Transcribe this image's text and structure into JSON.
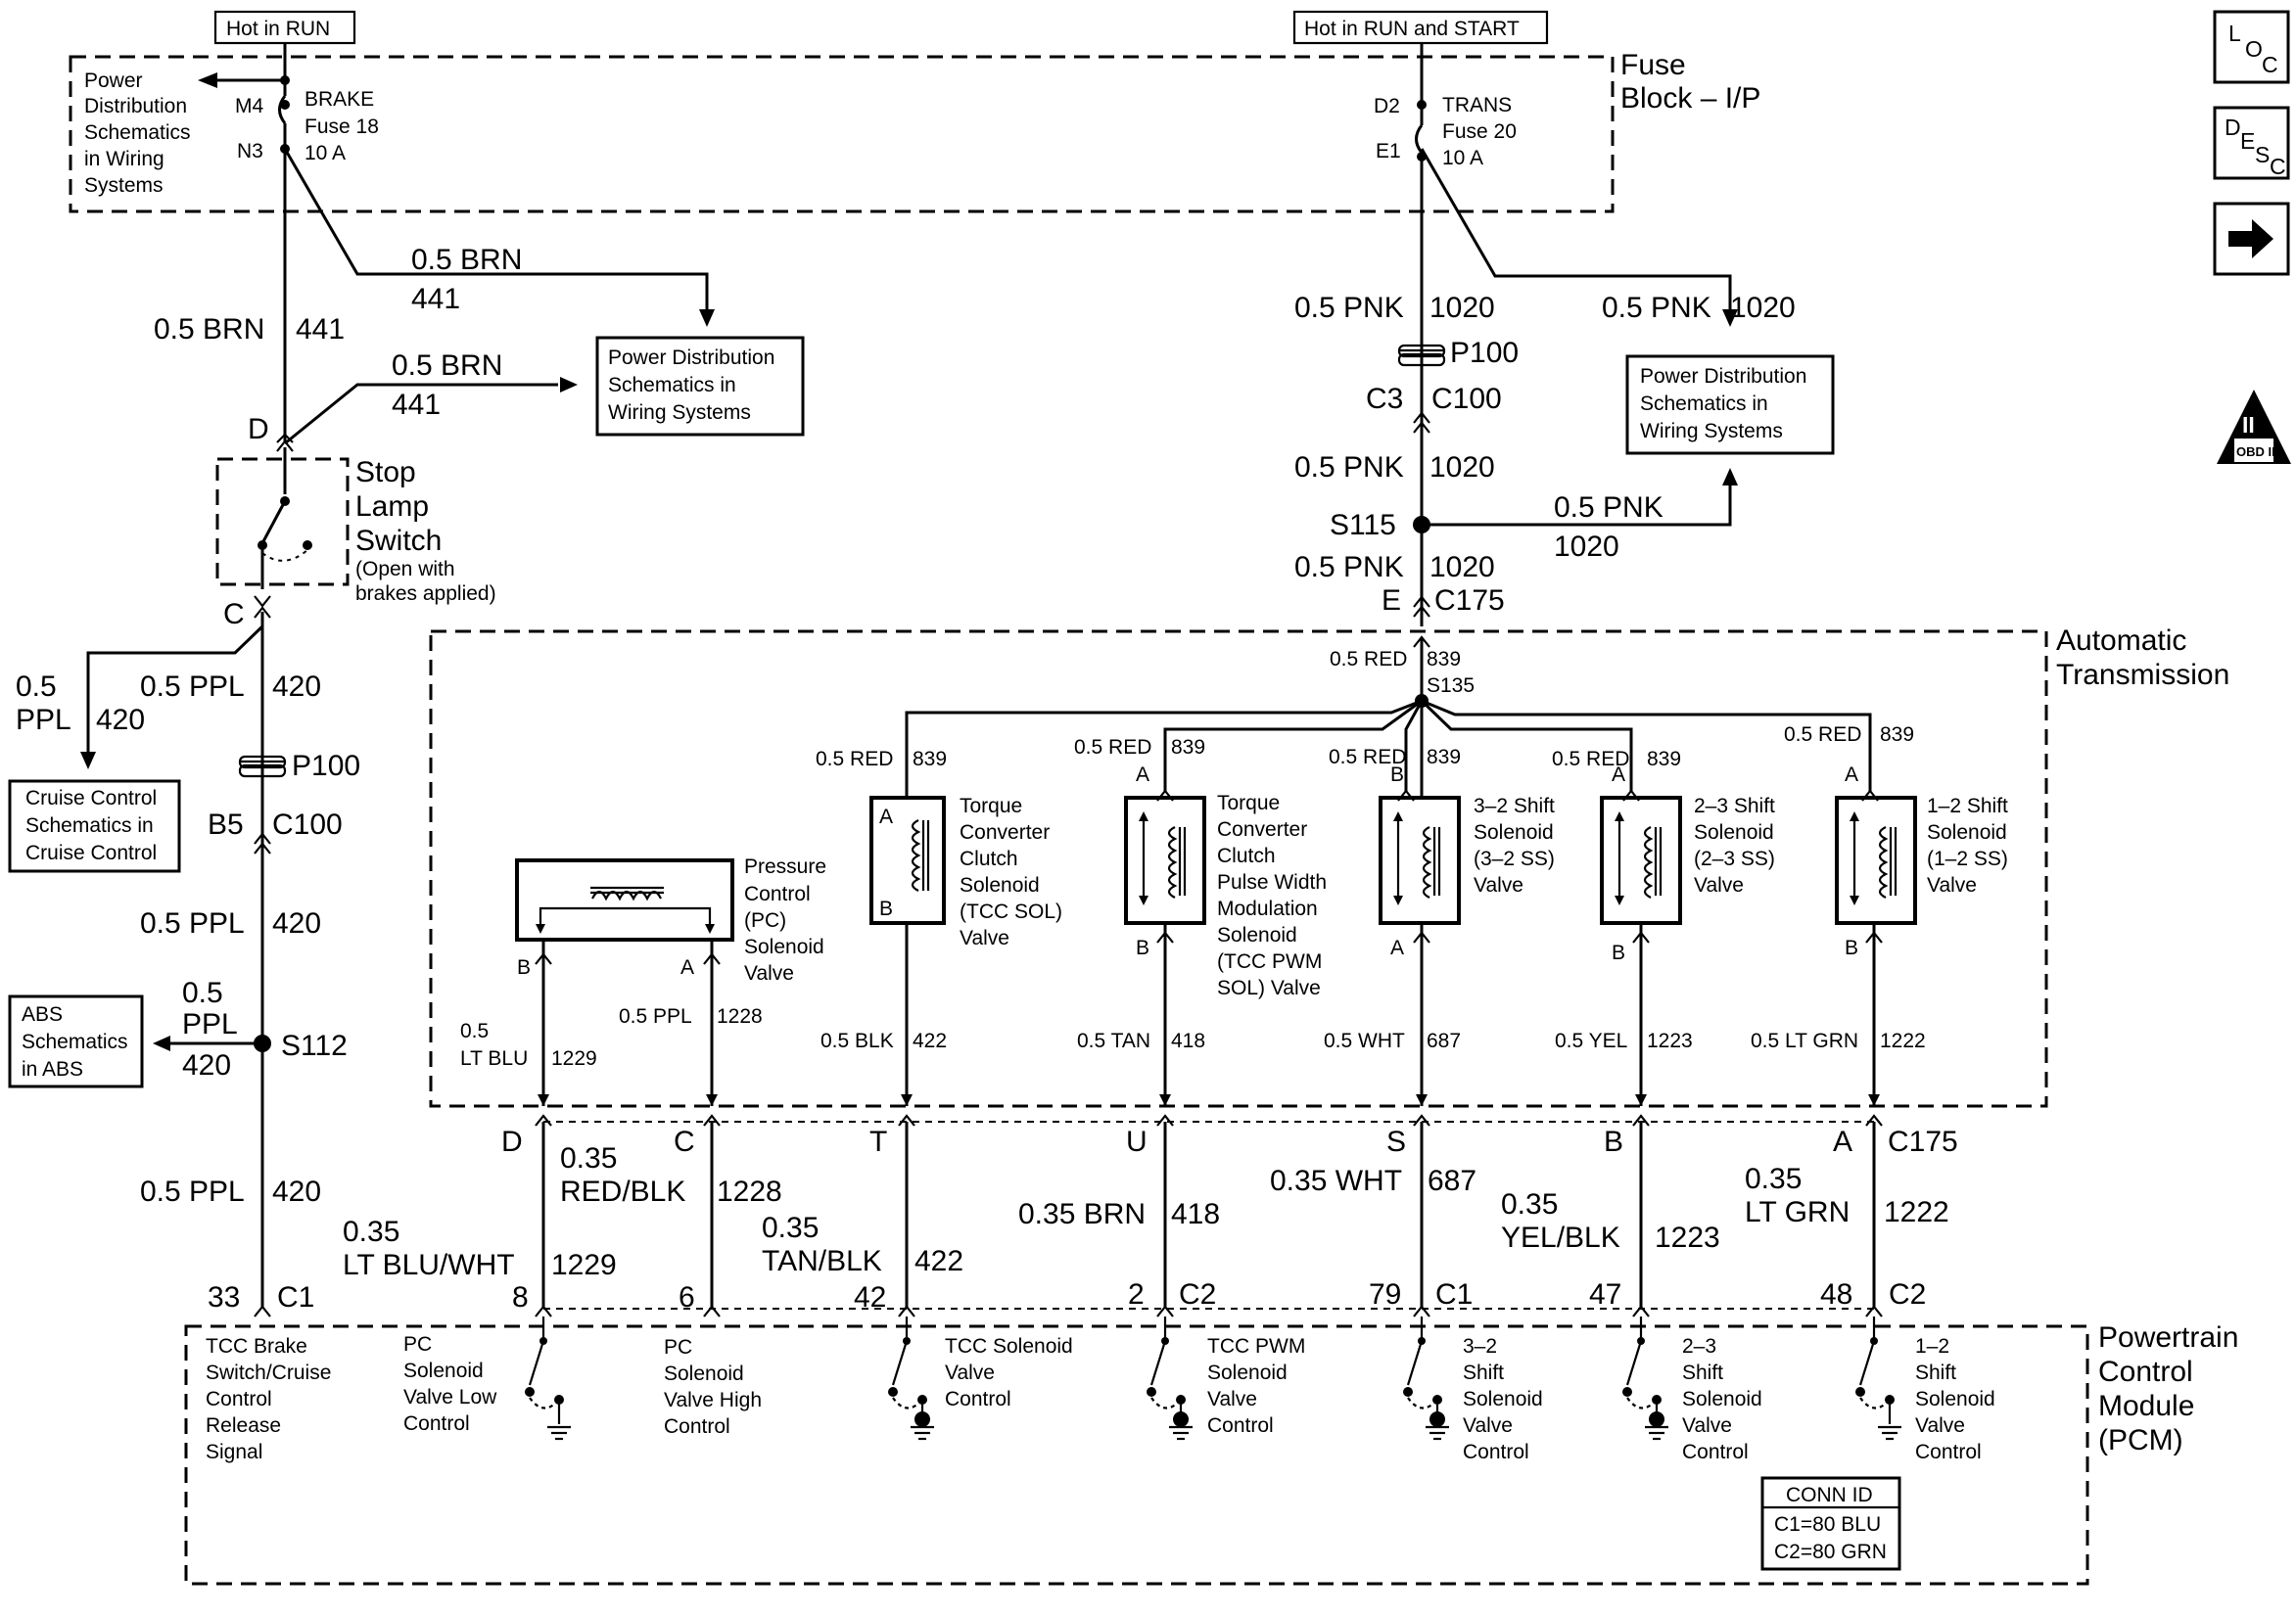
{
  "header": {
    "hot_run": "Hot in RUN",
    "hot_run_start": "Hot in RUN and START"
  },
  "fuse_block": {
    "title_1": "Fuse",
    "title_2": "Block – I/P"
  },
  "brake_fuse": {
    "name": "BRAKE",
    "fuse": "Fuse 18",
    "rating": "10 A",
    "pin_top": "M4",
    "pin_bot": "N3"
  },
  "trans_fuse": {
    "name": "TRANS",
    "fuse": "Fuse 20",
    "rating": "10 A",
    "pin_top": "D2",
    "pin_bot": "E1"
  },
  "power_dist_left": [
    "Power",
    "Distribution",
    "Schematics",
    "in Wiring",
    "Systems"
  ],
  "power_dist_box": [
    "Power Distribution",
    "Schematics in",
    "Wiring Systems"
  ],
  "wires": {
    "brn_size": "0.5 BRN",
    "brn_circuit": "441",
    "pnk_size": "0.5 PNK",
    "pnk_circuit": "1020",
    "ppl_size": "0.5 PPL",
    "ppl_circuit": "420",
    "ppl_left_a": "0.5",
    "ppl_left_b": "PPL",
    "red_size": "0.5 RED",
    "red_circuit": "839"
  },
  "connectors": {
    "p100": "P100",
    "c100": "C100",
    "c3": "C3",
    "b5": "B5",
    "s115": "S115",
    "s112": "S112",
    "s135": "S135",
    "e": "E",
    "c175": "C175",
    "d": "D",
    "c": "C"
  },
  "stop_lamp": {
    "lines": [
      "Stop",
      "Lamp",
      "Switch"
    ],
    "note_1": "(Open with",
    "note_2": "brakes applied)"
  },
  "cruise_box": [
    "Cruise Control",
    "Schematics in",
    "Cruise Control"
  ],
  "abs_box": [
    "ABS",
    "Schematics",
    "in ABS"
  ],
  "auto_trans": {
    "line_1": "Automatic",
    "line_2": "Transmission"
  },
  "pc_solenoid": {
    "lines": [
      "Pressure",
      "Control",
      "(PC)",
      "Solenoid",
      "Valve"
    ],
    "pin_a": "B",
    "pin_b": "A",
    "wire_left_1": "0.5",
    "wire_left_2": "LT BLU",
    "wire_left_circuit": "1229",
    "wire_right": "0.5 PPL",
    "wire_right_circuit": "1228"
  },
  "tcc_sol": {
    "lines": [
      "Torque",
      "Converter",
      "Clutch",
      "Solenoid",
      "(TCC SOL)",
      "Valve"
    ],
    "pin_a": "A",
    "pin_b": "B",
    "wire": "0.5 BLK",
    "circuit": "422"
  },
  "tcc_pwm": {
    "lines": [
      "Torque",
      "Converter",
      "Clutch",
      "Pulse Width",
      "Modulation",
      "Solenoid",
      "(TCC PWM",
      "SOL) Valve"
    ],
    "pin_a": "A",
    "pin_b": "B",
    "wire": "0.5 TAN",
    "circuit": "418"
  },
  "shift_32": {
    "lines": [
      "3–2 Shift",
      "Solenoid",
      "(3–2 SS)",
      "Valve"
    ],
    "pin_a": "B",
    "pin_b": "A",
    "wire": "0.5 WHT",
    "circuit": "687"
  },
  "shift_23": {
    "lines": [
      "2–3 Shift",
      "Solenoid",
      "(2–3 SS)",
      "Valve"
    ],
    "pin_a": "A",
    "pin_b": "B",
    "wire": "0.5 YEL",
    "circuit": "1223"
  },
  "shift_12": {
    "lines": [
      "1–2 Shift",
      "Solenoid",
      "(1–2 SS)",
      "Valve"
    ],
    "pin_a": "A",
    "pin_b": "B",
    "wire": "0.5 LT GRN",
    "circuit": "1222"
  },
  "c175_row": {
    "d": "D",
    "c": "C",
    "t": "T",
    "u": "U",
    "s": "S",
    "b": "B",
    "a": "A",
    "conn": "C175"
  },
  "pcm_wires": {
    "w1229_a": "0.35",
    "w1229_b": "LT BLU/WHT",
    "w1229_c": "1229",
    "w1228_a": "0.35",
    "w1228_b": "RED/BLK",
    "w1228_c": "1228",
    "w422_a": "0.35",
    "w422_b": "TAN/BLK",
    "w422_c": "422",
    "w418_a": "0.35 BRN",
    "w418_c": "418",
    "w687_a": "0.35 WHT",
    "w687_c": "687",
    "w1223_a": "0.35",
    "w1223_b": "YEL/BLK",
    "w1223_c": "1223",
    "w1222_a": "0.35",
    "w1222_b": "LT GRN",
    "w1222_c": "1222"
  },
  "pcm_pins": {
    "p33": "33",
    "c1": "C1",
    "p8": "8",
    "p6": "6",
    "p42": "42",
    "p2": "2",
    "c2": "C2",
    "p79": "79",
    "p47": "47",
    "p48": "48"
  },
  "pcm": {
    "lines": [
      "Powertrain",
      "Control",
      "Module",
      "(PCM)"
    ]
  },
  "pcm_signals": {
    "tcc_brake": [
      "TCC Brake",
      "Switch/Cruise",
      "Control",
      "Release",
      "Signal"
    ],
    "pc_low": [
      "PC",
      "Solenoid",
      "Valve Low",
      "Control"
    ],
    "pc_high": [
      "PC",
      "Solenoid",
      "Valve High",
      "Control"
    ],
    "tcc_sol": [
      "TCC Solenoid",
      "Valve",
      "Control"
    ],
    "tcc_pwm": [
      "TCC PWM",
      "Solenoid",
      "Valve",
      "Control"
    ],
    "shift_32": [
      "3–2",
      "Shift",
      "Solenoid",
      "Valve",
      "Control"
    ],
    "shift_23": [
      "2–3",
      "Shift",
      "Solenoid",
      "Valve",
      "Control"
    ],
    "shift_12": [
      "1–2",
      "Shift",
      "Solenoid",
      "Valve",
      "Control"
    ]
  },
  "conn_id": {
    "title": "CONN ID",
    "c1": "C1=80 BLU",
    "c2": "C2=80 GRN"
  },
  "nav": {
    "loc": {
      "l": "L",
      "o": "O",
      "c": "C"
    },
    "desc": {
      "d": "D",
      "e": "E",
      "s": "S",
      "c": "C"
    },
    "obd": {
      "roman": "II",
      "label": "OBD II"
    }
  }
}
